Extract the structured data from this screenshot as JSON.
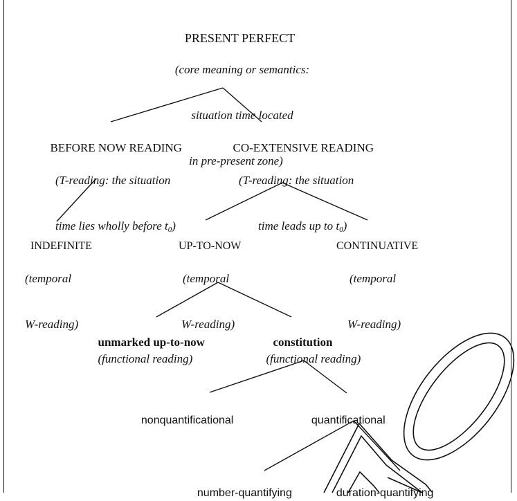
{
  "root": {
    "title": "PRESENT PERFECT",
    "lines": [
      "(core meaning or semantics:",
      "situation time located",
      "in pre-present zone)"
    ]
  },
  "before_now": {
    "title": "BEFORE NOW READING",
    "line1": "(T-reading: the situation",
    "line2_pre": "time lies wholly before t",
    "line2_sub": "0",
    "line2_post": ")"
  },
  "co_extensive": {
    "title": "CO-EXTENSIVE READING",
    "line1": "(T-reading: the situation",
    "line2_pre": "time leads up to t",
    "line2_sub": "0",
    "line2_post": ")"
  },
  "indefinite": {
    "title": "INDEFINITE",
    "lines": [
      "(temporal",
      "W-reading)"
    ]
  },
  "up_to_now": {
    "title": "UP-TO-NOW",
    "lines": [
      "(temporal",
      "W-reading)"
    ]
  },
  "continuative": {
    "title": "CONTINUATIVE",
    "lines": [
      "(temporal",
      "W-reading)"
    ]
  },
  "unmarked": {
    "title": "unmarked up-to-now",
    "sub": "(functional reading)"
  },
  "constitution": {
    "title": "constitution",
    "sub": "(functional reading)"
  },
  "nonquant": {
    "title": "nonquantificational"
  },
  "quant": {
    "title": "quantificational"
  },
  "number_q": {
    "title": "number-quantifying"
  },
  "duration_q": {
    "title": "duration-quantifying"
  },
  "watermark": {
    "text": "AO"
  }
}
